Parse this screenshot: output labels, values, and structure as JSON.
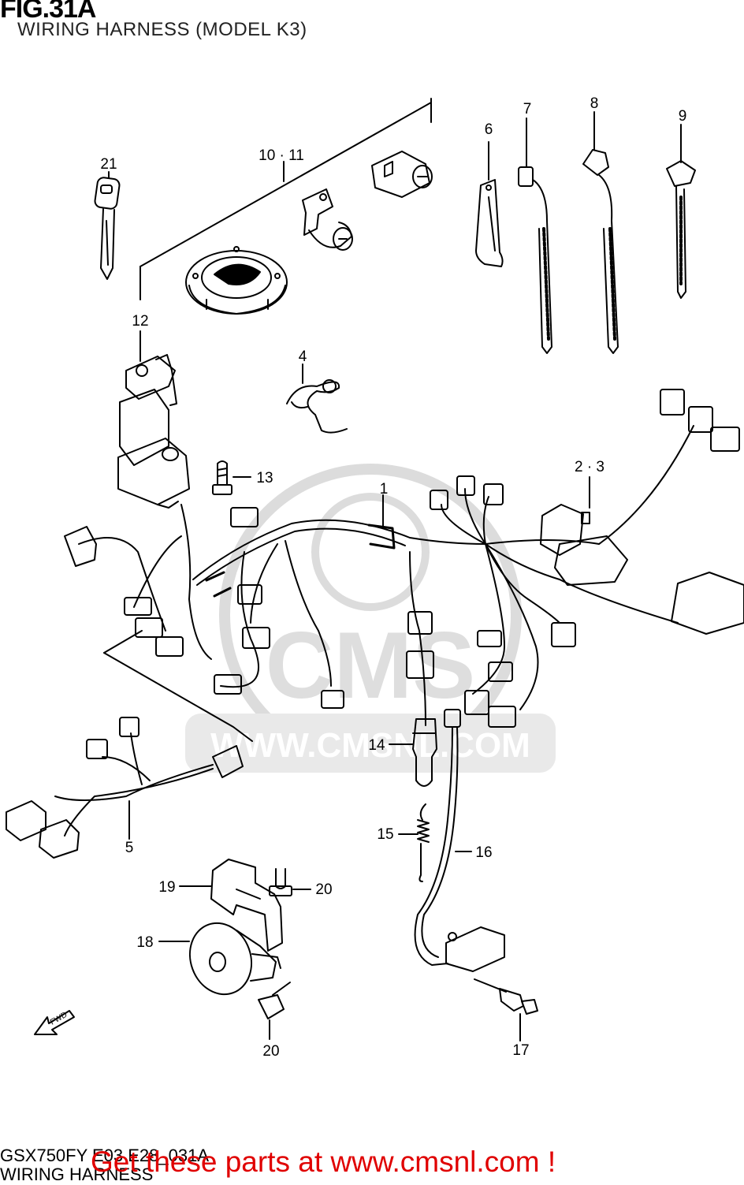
{
  "header": {
    "figure_id": "FIG.31A",
    "subtitle": "WIRING HARNESS (MODEL K3)"
  },
  "callouts": {
    "c1": "1",
    "c2_3": "2 · 3",
    "c4": "4",
    "c5": "5",
    "c6": "6",
    "c7": "7",
    "c8": "8",
    "c9": "9",
    "c10_11": "10 · 11",
    "c12": "12",
    "c13": "13",
    "c14": "14",
    "c15": "15",
    "c16": "16",
    "c17": "17",
    "c18": "18",
    "c19": "19",
    "c20a": "20",
    "c20b": "20",
    "c21": "21"
  },
  "fwd_label": "FWD",
  "watermark": {
    "brand": "CMS",
    "url": "WWW.CMSNL.COM"
  },
  "footer": {
    "code": "GSX750FY E03 E28_031A",
    "caption": "WIRING HARNESS",
    "promo": "Get these parts at www.cmsnl.com !"
  },
  "colors": {
    "line": "#000000",
    "promo": "#e00000",
    "watermark": "#d8d8d8"
  }
}
